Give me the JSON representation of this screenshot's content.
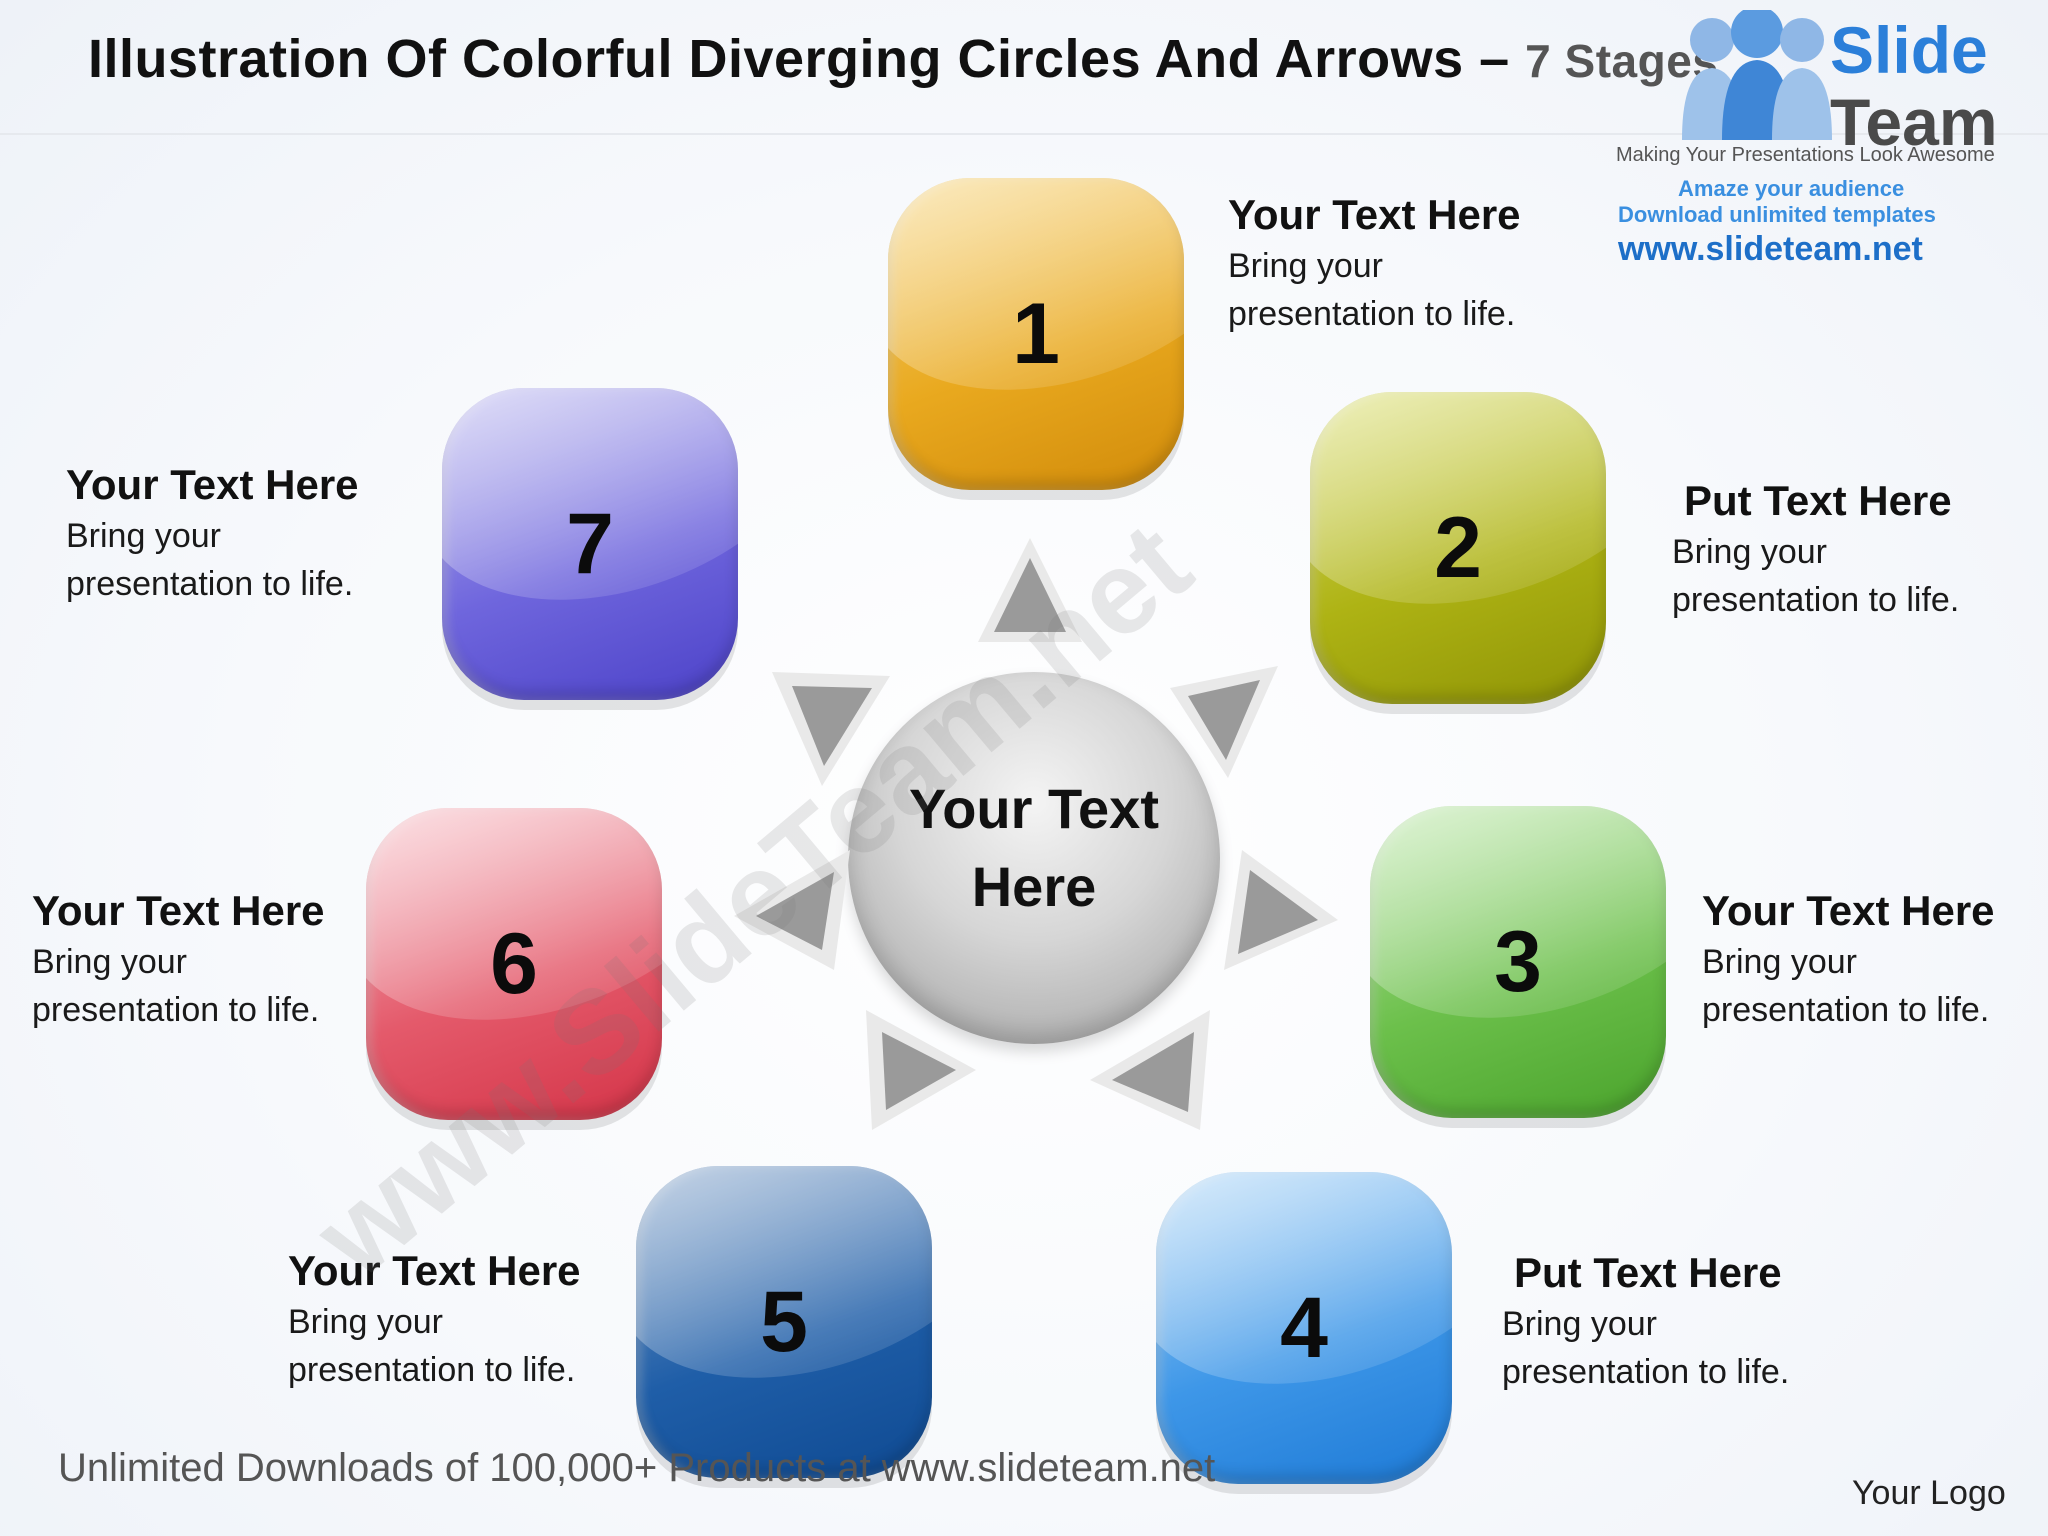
{
  "header": {
    "title_main": "Illustration Of Colorful Diverging Circles And Arrows – ",
    "title_suffix": "7 Stages"
  },
  "logo": {
    "brand_line1": "Slide",
    "brand_line2": "Team",
    "tagline": "Making Your Presentations Look Awesome",
    "promo1": "Amaze your audience",
    "promo2": "Download unlimited templates",
    "url": "www.slideteam.net"
  },
  "diagram": {
    "hub_line1": "Your Text",
    "hub_line2": "Here",
    "stages": [
      {
        "number": "1",
        "heading": "Your Text Here",
        "line1": "Bring your",
        "line2": "presentation to life.",
        "color": "#e9a91f"
      },
      {
        "number": "2",
        "heading": "Put Text Here",
        "line1": "Bring your",
        "line2": "presentation to life.",
        "color": "#aeb314"
      },
      {
        "number": "3",
        "heading": "Your Text Here",
        "line1": "Bring your",
        "line2": "presentation to life.",
        "color": "#6cc04b"
      },
      {
        "number": "4",
        "heading": "Put Text Here",
        "line1": "Bring your",
        "line2": "presentation to life.",
        "color": "#3e97e8"
      },
      {
        "number": "5",
        "heading": "Your Text Here",
        "line1": "Bring your",
        "line2": "presentation to life.",
        "color": "#1f5ea8"
      },
      {
        "number": "6",
        "heading": "Your Text Here",
        "line1": "Bring your",
        "line2": "presentation to life.",
        "color": "#e45a6b"
      },
      {
        "number": "7",
        "heading": "Your Text Here",
        "line1": "Bring your",
        "line2": "presentation to life.",
        "color": "#6f66dd"
      }
    ]
  },
  "footer": {
    "downloads": "Unlimited Downloads of 100,000+ Products at www.slideteam.net",
    "your_logo": "Your Logo"
  },
  "watermark": "www.SlideTeam.net"
}
